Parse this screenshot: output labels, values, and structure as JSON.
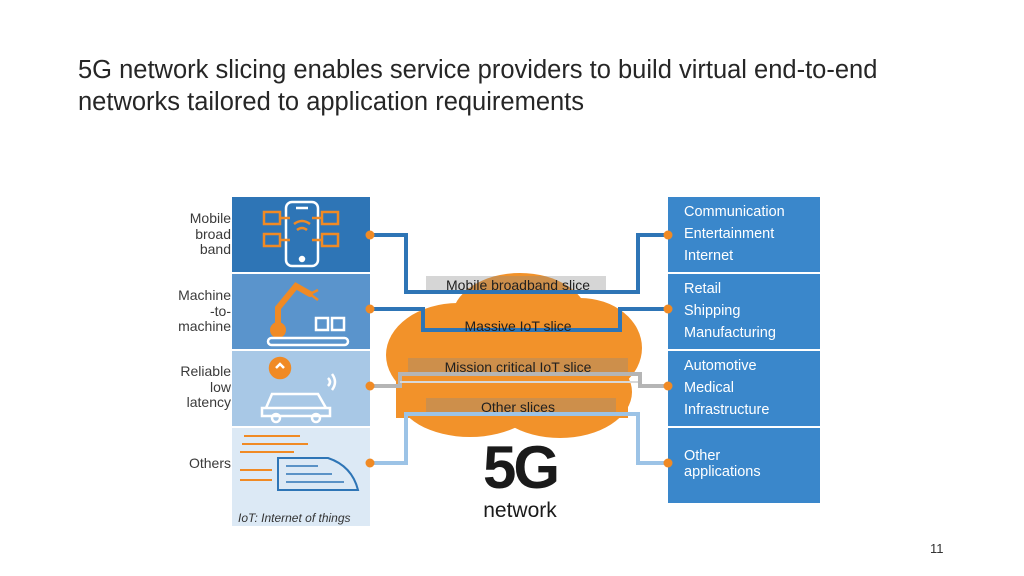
{
  "slide": {
    "title_line1": "5G network slicing enables service providers to build virtual end-to-end",
    "title_line2": "networks tailored to application requirements",
    "page_number": "11"
  },
  "diagram": {
    "colors": {
      "blue_dark": "#2E75B6",
      "blue_panel": "#3A87CB",
      "blue_light": "#C9DDF0",
      "orange": "#F08A24",
      "cloud_orange": "#F2922A",
      "grey_line": "#B5B5B5"
    },
    "categories": [
      {
        "label_lines": [
          "Mobile",
          "broad",
          "band"
        ],
        "icon": "smartphone-network-icon"
      },
      {
        "label_lines": [
          "Machine",
          "-to-",
          "machine"
        ],
        "icon": "robot-arm-conveyor-icon"
      },
      {
        "label_lines": [
          "Reliable",
          "low",
          "latency"
        ],
        "icon": "connected-car-icon"
      },
      {
        "label_lines": [
          "Others"
        ],
        "icon": "high-speed-train-icon"
      }
    ],
    "slices": [
      "Mobile broadband slice",
      "Massive IoT slice",
      "Mission critical IoT slice",
      "Other slices"
    ],
    "applications": [
      [
        "Communication",
        "Entertainment",
        "Internet"
      ],
      [
        "Retail",
        "Shipping",
        "Manufacturing"
      ],
      [
        "Automotive",
        "Medical",
        "Infrastructure"
      ],
      [
        "Other",
        "applications"
      ]
    ],
    "logo": {
      "big": "5G",
      "word": "network"
    },
    "footnote": "IoT: Internet of things"
  }
}
